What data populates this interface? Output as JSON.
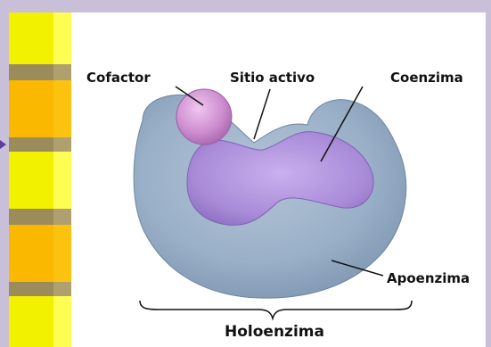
{
  "diagram": {
    "labels": {
      "cofactor": "Cofactor",
      "sitio_activo": "Sitio activo",
      "coenzima": "Coenzima",
      "apoenzima": "Apoenzima",
      "holoenzima": "Holoenzima"
    },
    "colors": {
      "apoenzyme": "#8da4bf",
      "coenzyme": "#a98bd8",
      "cofactor": "#c77fc9",
      "frame": "#c9bfd9",
      "bar_yellow": "#f2f200",
      "bar_orange": "#fbb800",
      "bar_khaki": "#9c8c5c"
    }
  }
}
